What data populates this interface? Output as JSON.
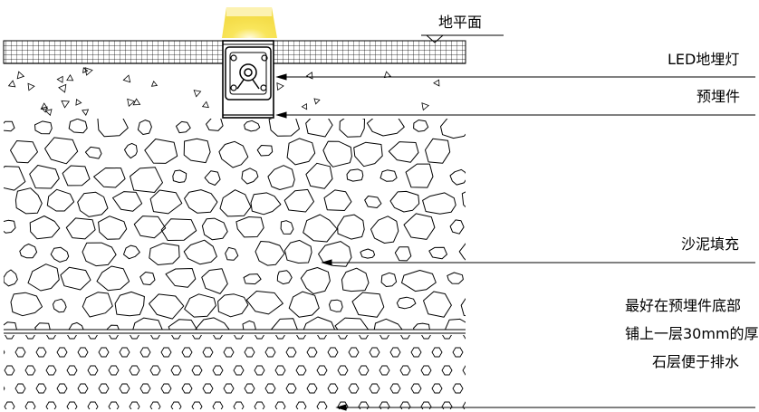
{
  "labels": {
    "ground_level": "地平面",
    "led_light": "LED地埋灯",
    "embedded_part": "预埋件",
    "sand_fill": "沙泥填充",
    "gravel_note_line1": "最好在预埋件底部",
    "gravel_note_line2": "铺上一层30mm的厚",
    "gravel_note_line3": "石层便于排水"
  },
  "colors": {
    "line": "#000000",
    "background": "#ffffff",
    "light_glow": "#f7e24a",
    "light_core": "#fff6b0"
  }
}
